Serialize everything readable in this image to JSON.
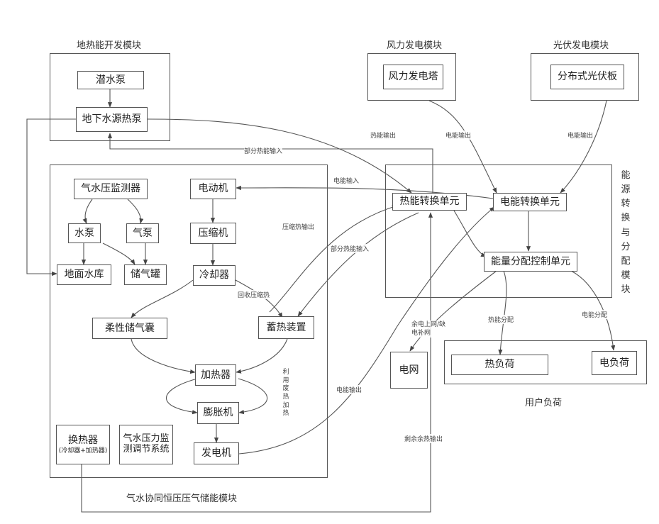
{
  "modules": {
    "geothermal": "地热能开发模块",
    "wind": "风力发电模块",
    "solar": "光伏发电模块",
    "energy_conversion": "能源转换与分配模块",
    "user_load": "用户负荷",
    "storage": "气水协同恒压压气储能模块"
  },
  "nodes": {
    "submersible_pump": "潜水泵",
    "groundwater_heat_pump": "地下水源热泵",
    "wind_turbine": "风力发电塔",
    "pv_panel": "分布式光伏板",
    "heat_conversion": "热能转换单元",
    "electric_conversion": "电能转换单元",
    "distribution_control": "能量分配控制单元",
    "heat_load": "热负荷",
    "electric_load": "电负荷",
    "grid": "电网",
    "gas_water_monitor": "气水压监测器",
    "motor": "电动机",
    "water_pump": "水泵",
    "air_pump": "气泵",
    "compressor": "压缩机",
    "ground_reservoir": "地面水库",
    "gas_tank": "储气罐",
    "cooler": "冷却器",
    "flexible_bag": "柔性储气囊",
    "heat_storage": "蓄热装置",
    "heater": "加热器",
    "expander": "膨胀机",
    "generator": "发电机",
    "heat_exchanger": "换热器",
    "heat_exchanger_sub": "(冷却器+加热器)",
    "pressure_regulator": "气水压力监测调节系统"
  },
  "labels": {
    "heat_output": "热能输出",
    "power_output_wind": "电能输出",
    "power_output_solar": "电能输出",
    "partial_heat_input_top": "部分热能输入",
    "power_input": "电能输入",
    "compression_heat_output": "压缩热输出",
    "partial_heat_input_mid": "部分热能输入",
    "recover_compression_heat": "回收压缩热",
    "heat_distribution": "热能分配",
    "power_distribution": "电能分配",
    "grid_note": "余电上网/缺电补网",
    "generator_output": "电能输出",
    "residual_heat_output": "剩余余热输出",
    "waste_heat_reuse": "利用废热加热"
  }
}
